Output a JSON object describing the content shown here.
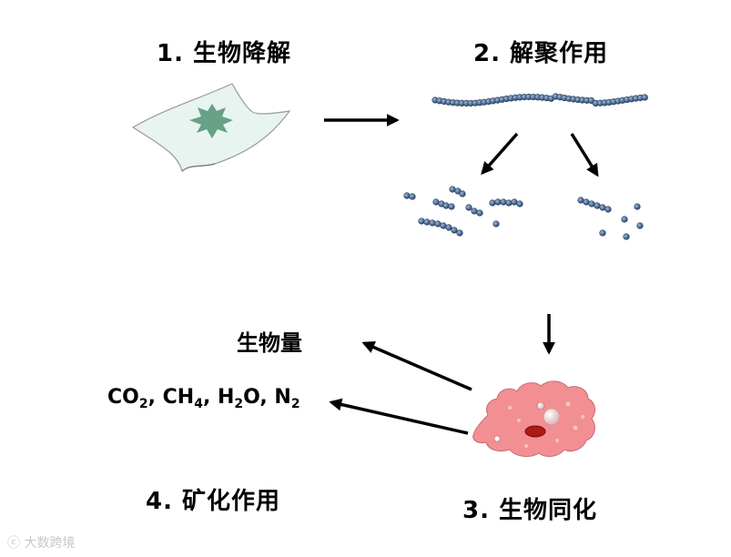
{
  "steps": {
    "s1": "1. 生物降解",
    "s2": "2. 解聚作用",
    "s3": "3. 生物同化",
    "s4": "4. 矿化作用"
  },
  "products": {
    "biomass": "生物量",
    "gases": [
      {
        "base": "CO",
        "sub": "2",
        "tail": ", "
      },
      {
        "base": "CH",
        "sub": "4",
        "tail": ", "
      },
      {
        "base": "H",
        "sub": "2",
        "tail": "O, "
      },
      {
        "base": "N",
        "sub": "2",
        "tail": ""
      }
    ]
  },
  "watermark": "大数跨境",
  "colors": {
    "bead": "#3d5f8c",
    "film": "#e8f4ef",
    "stain": "#5f9c82",
    "cell": "#f28f93",
    "nucleus": "#b01818"
  }
}
